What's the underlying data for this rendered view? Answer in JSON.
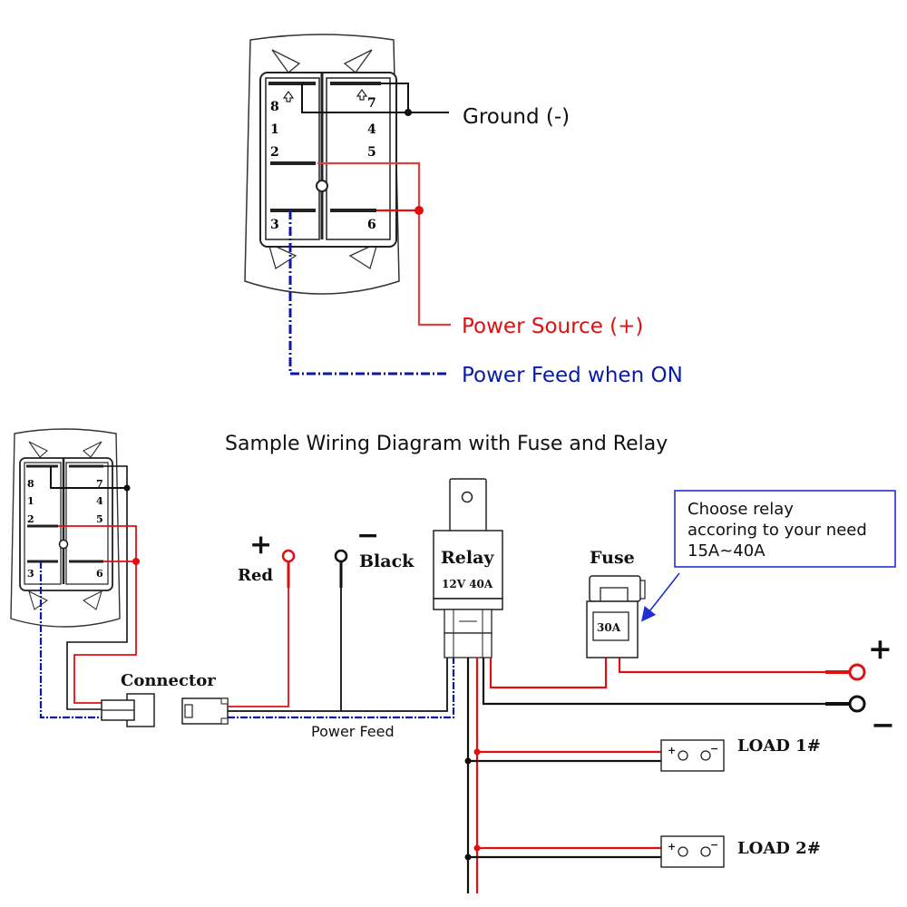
{
  "top_diagram": {
    "switch_pins": {
      "left": [
        "8",
        "1",
        "2",
        "3"
      ],
      "right": [
        "7",
        "4",
        "5",
        "6"
      ]
    },
    "labels": {
      "ground": "Ground (-)",
      "power_source": "Power Source (+)",
      "power_feed_on": "Power Feed when ON"
    }
  },
  "bottom_diagram": {
    "title": "Sample Wiring Diagram with Fuse and Relay",
    "switch_pins": {
      "left": [
        "8",
        "1",
        "2",
        "3"
      ],
      "right": [
        "7",
        "4",
        "5",
        "6"
      ]
    },
    "connector_label": "Connector",
    "power_feed_label": "Power Feed",
    "red_terminal": {
      "sign": "+",
      "label": "Red"
    },
    "black_terminal": {
      "sign": "−",
      "label": "Black"
    },
    "relay": {
      "title": "Relay",
      "spec": "12V 40A"
    },
    "fuse": {
      "title": "Fuse",
      "rating": "30A"
    },
    "callout": {
      "lines": [
        "Choose relay",
        "accoring to your need",
        "15A~40A"
      ]
    },
    "battery": {
      "plus": "+",
      "minus": "−"
    },
    "loads": [
      {
        "label": "LOAD 1#",
        "plus": "+",
        "minus": "−"
      },
      {
        "label": "LOAD 2#",
        "plus": "+",
        "minus": "−"
      }
    ]
  },
  "colors": {
    "positive_wire": "#e01010",
    "ground_wire": "#111111",
    "feed_wire": "#0a1aa8",
    "callout_border": "#1f2fd0"
  }
}
